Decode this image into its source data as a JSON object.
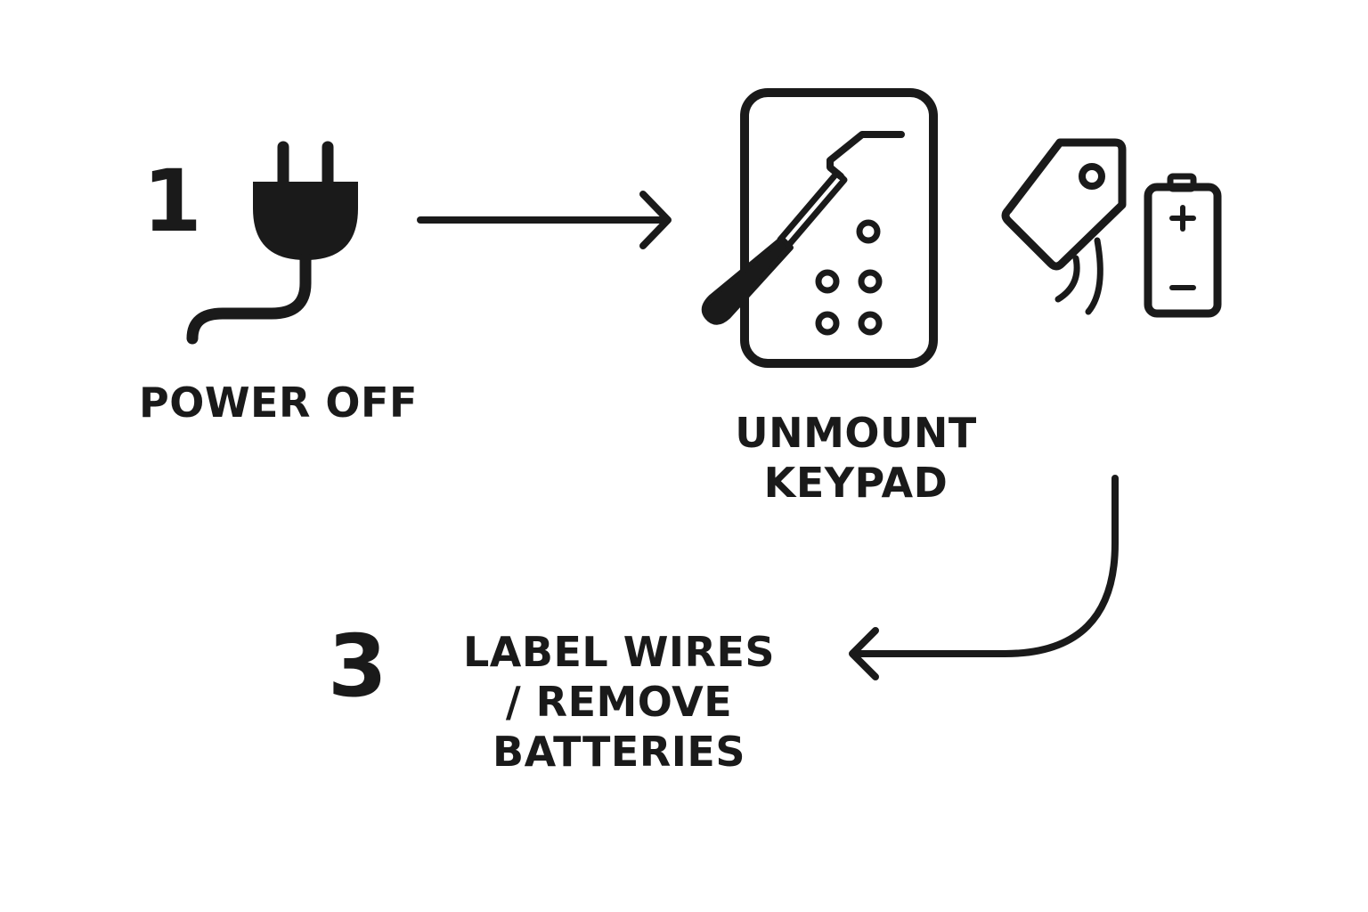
{
  "steps": [
    {
      "number": "1",
      "label_lines": [
        "POWER OFF"
      ],
      "icons": [
        "power-plug-icon"
      ]
    },
    {
      "number": "",
      "label_lines": [
        "UNMOUNT",
        "KEYPAD"
      ],
      "icons": [
        "keypad-icon",
        "screwdriver-icon"
      ]
    },
    {
      "number": "3",
      "label_lines": [
        "LABEL WIRES",
        "/ REMOVE",
        "BATTERIES"
      ],
      "icons": [
        "wire-tag-icon",
        "battery-icon"
      ]
    }
  ],
  "connectors": [
    "arrow-right-icon",
    "curved-arrow-left-icon"
  ],
  "colors": {
    "ink": "#1a1a1a",
    "background": "#ffffff"
  }
}
